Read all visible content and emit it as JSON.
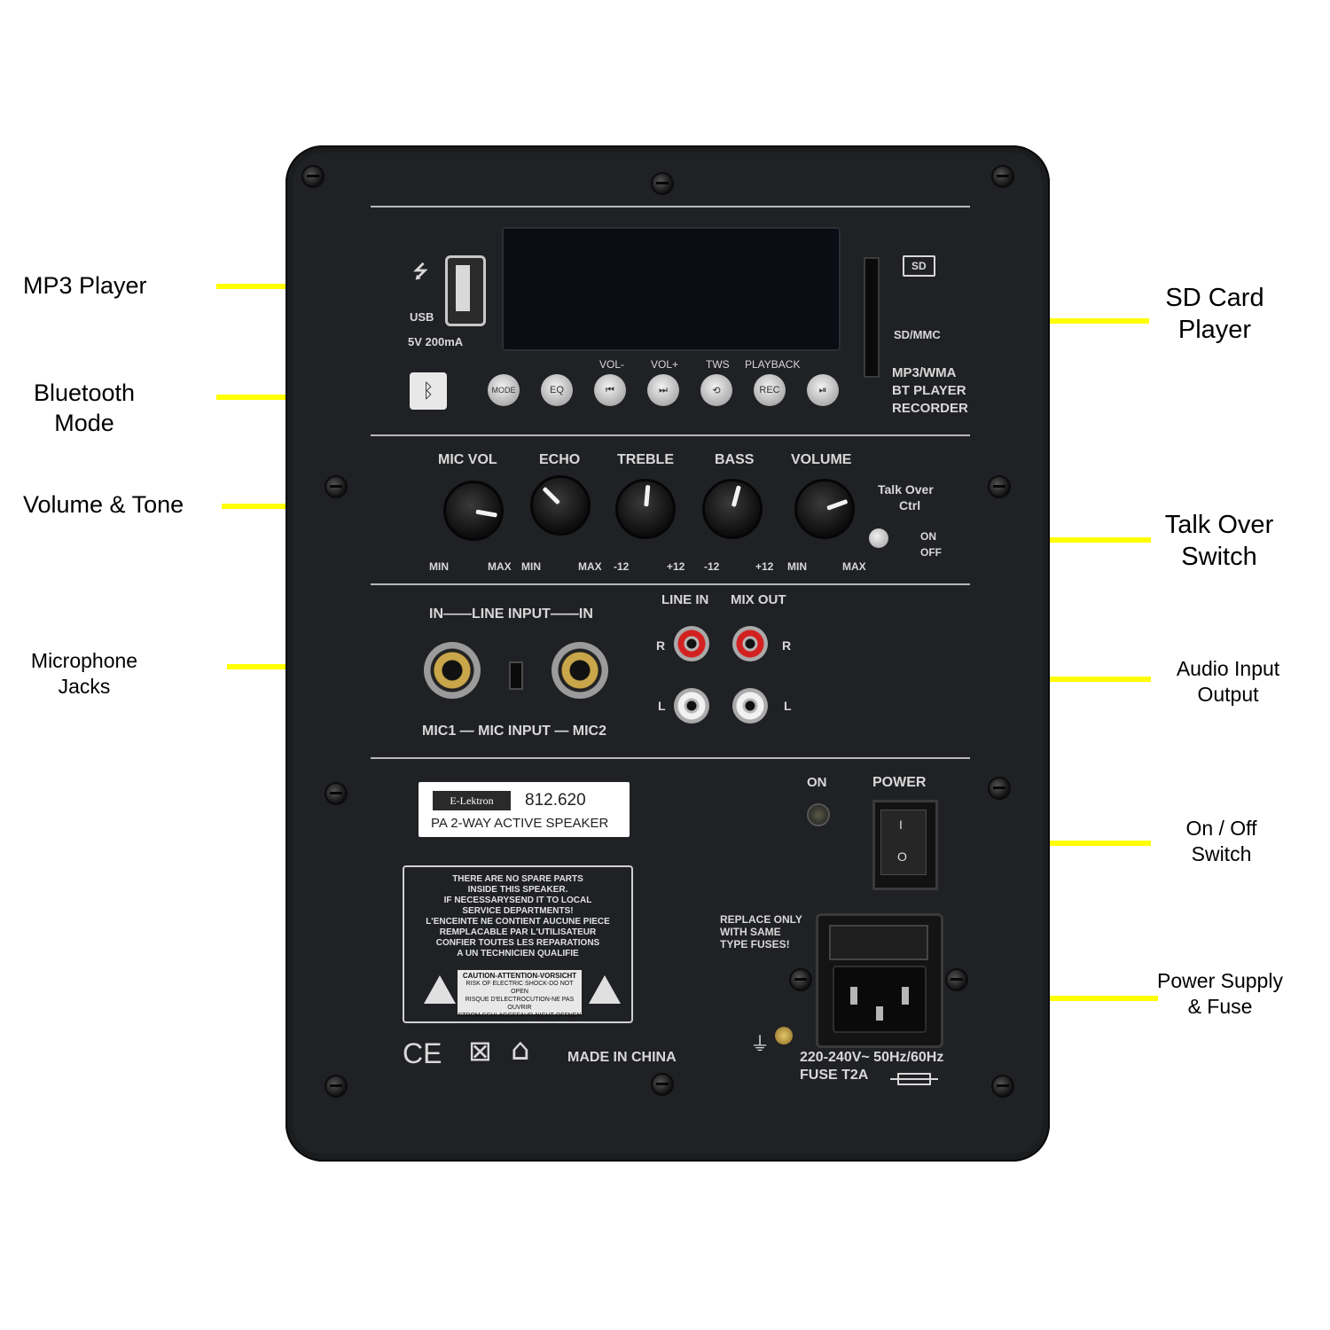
{
  "callouts": {
    "mp3_player": "MP3 Player",
    "bluetooth_line1": "Bluetooth",
    "bluetooth_line2": "Mode",
    "volume_tone": "Volume & Tone",
    "mic_jacks_line1": "Microphone",
    "mic_jacks_line2": "Jacks",
    "sd_line1": "SD Card",
    "sd_line2": "Player",
    "talk_over_line1": "Talk Over",
    "talk_over_line2": "Switch",
    "audio_io_line1": "Audio Input",
    "audio_io_line2": "Output",
    "onoff_line1": "On / Off",
    "onoff_line2": "Switch",
    "power_line1": "Power Supply",
    "power_line2": "& Fuse"
  },
  "panel": {
    "usb_label": "USB",
    "usb_power": "5V 200mA",
    "sd_icon": "SD",
    "sd_label": "SD/MMC",
    "player_line1": "MP3/WMA",
    "player_line2": "BT PLAYER",
    "player_line3": "RECORDER",
    "buttons": {
      "mode": "MODE",
      "eq": "EQ",
      "prev": "⏮",
      "next": "⏭",
      "repeat": "⟲",
      "rec": "REC",
      "play": "⏯"
    },
    "button_tops": {
      "vol_minus": "VOL-",
      "vol_plus": "VOL+",
      "tws": "TWS",
      "playback": "PLAYBACK"
    },
    "knob_labels": {
      "mic_vol": "MIC VOL",
      "echo": "ECHO",
      "treble": "TREBLE",
      "bass": "BASS",
      "volume": "VOLUME"
    },
    "knob_ranges": {
      "min1": "MIN",
      "max1": "MAX",
      "min2": "MIN",
      "max2": "MAX",
      "m12a": "-12",
      "p12a": "+12",
      "m12b": "-12",
      "p12b": "+12",
      "min3": "MIN",
      "max3": "MAX"
    },
    "talk_over_line1": "Talk Over",
    "talk_over_line2": "Ctrl",
    "talk_on": "ON",
    "talk_off": "OFF",
    "line_input": "IN——LINE INPUT——IN",
    "mic_input": "MIC1 — MIC INPUT — MIC2",
    "line_in": "LINE IN",
    "mix_out": "MIX OUT",
    "r_left": "R",
    "r_right": "R",
    "l_left": "L",
    "l_right": "L",
    "brand": "E-Lektron",
    "model": "812.620",
    "model_desc": "PA 2-WAY ACTIVE SPEAKER",
    "warning_lines": [
      "THERE ARE NO SPARE PARTS",
      "INSIDE THIS SPEAKER.",
      "IF NECESSARYSEND IT TO LOCAL",
      "SERVICE DEPARTMENTS!",
      "L'ENCEINTE NE CONTIENT AUCUNE PIECE",
      "REMPLACABLE PAR L'UTILISATEUR",
      "CONFIER TOUTES LES REPARATIONS",
      "A UN TECHNICIEN QUALIFIE"
    ],
    "caution_title": "CAUTION-ATTENTION-VORSICHT",
    "caution_lines": [
      "RISK OF ELECTRIC SHOCK-DO NOT OPEN",
      "RISQUE D'ELECTROCUTION-NE PAS OUVRIR",
      "STROM SCHLAGGEFAHR-NICHT OFFNEN"
    ],
    "ce_mark": "CE",
    "made_in": "MADE IN CHINA",
    "on_label": "ON",
    "power_label": "POWER",
    "rocker_top": "I",
    "rocker_bottom": "O",
    "fuse_note_lines": [
      "REPLACE ONLY",
      "WITH SAME",
      "TYPE FUSES!"
    ],
    "rating_line1": "220-240V~ 50Hz/60Hz",
    "rating_line2": "FUSE T2A"
  },
  "colors": {
    "arrow": "#ffff00",
    "panel": "#1b1c1e",
    "panel_text": "#d8d8d8",
    "jack_gold": "#c9a64a",
    "rca_red": "#d32020"
  }
}
